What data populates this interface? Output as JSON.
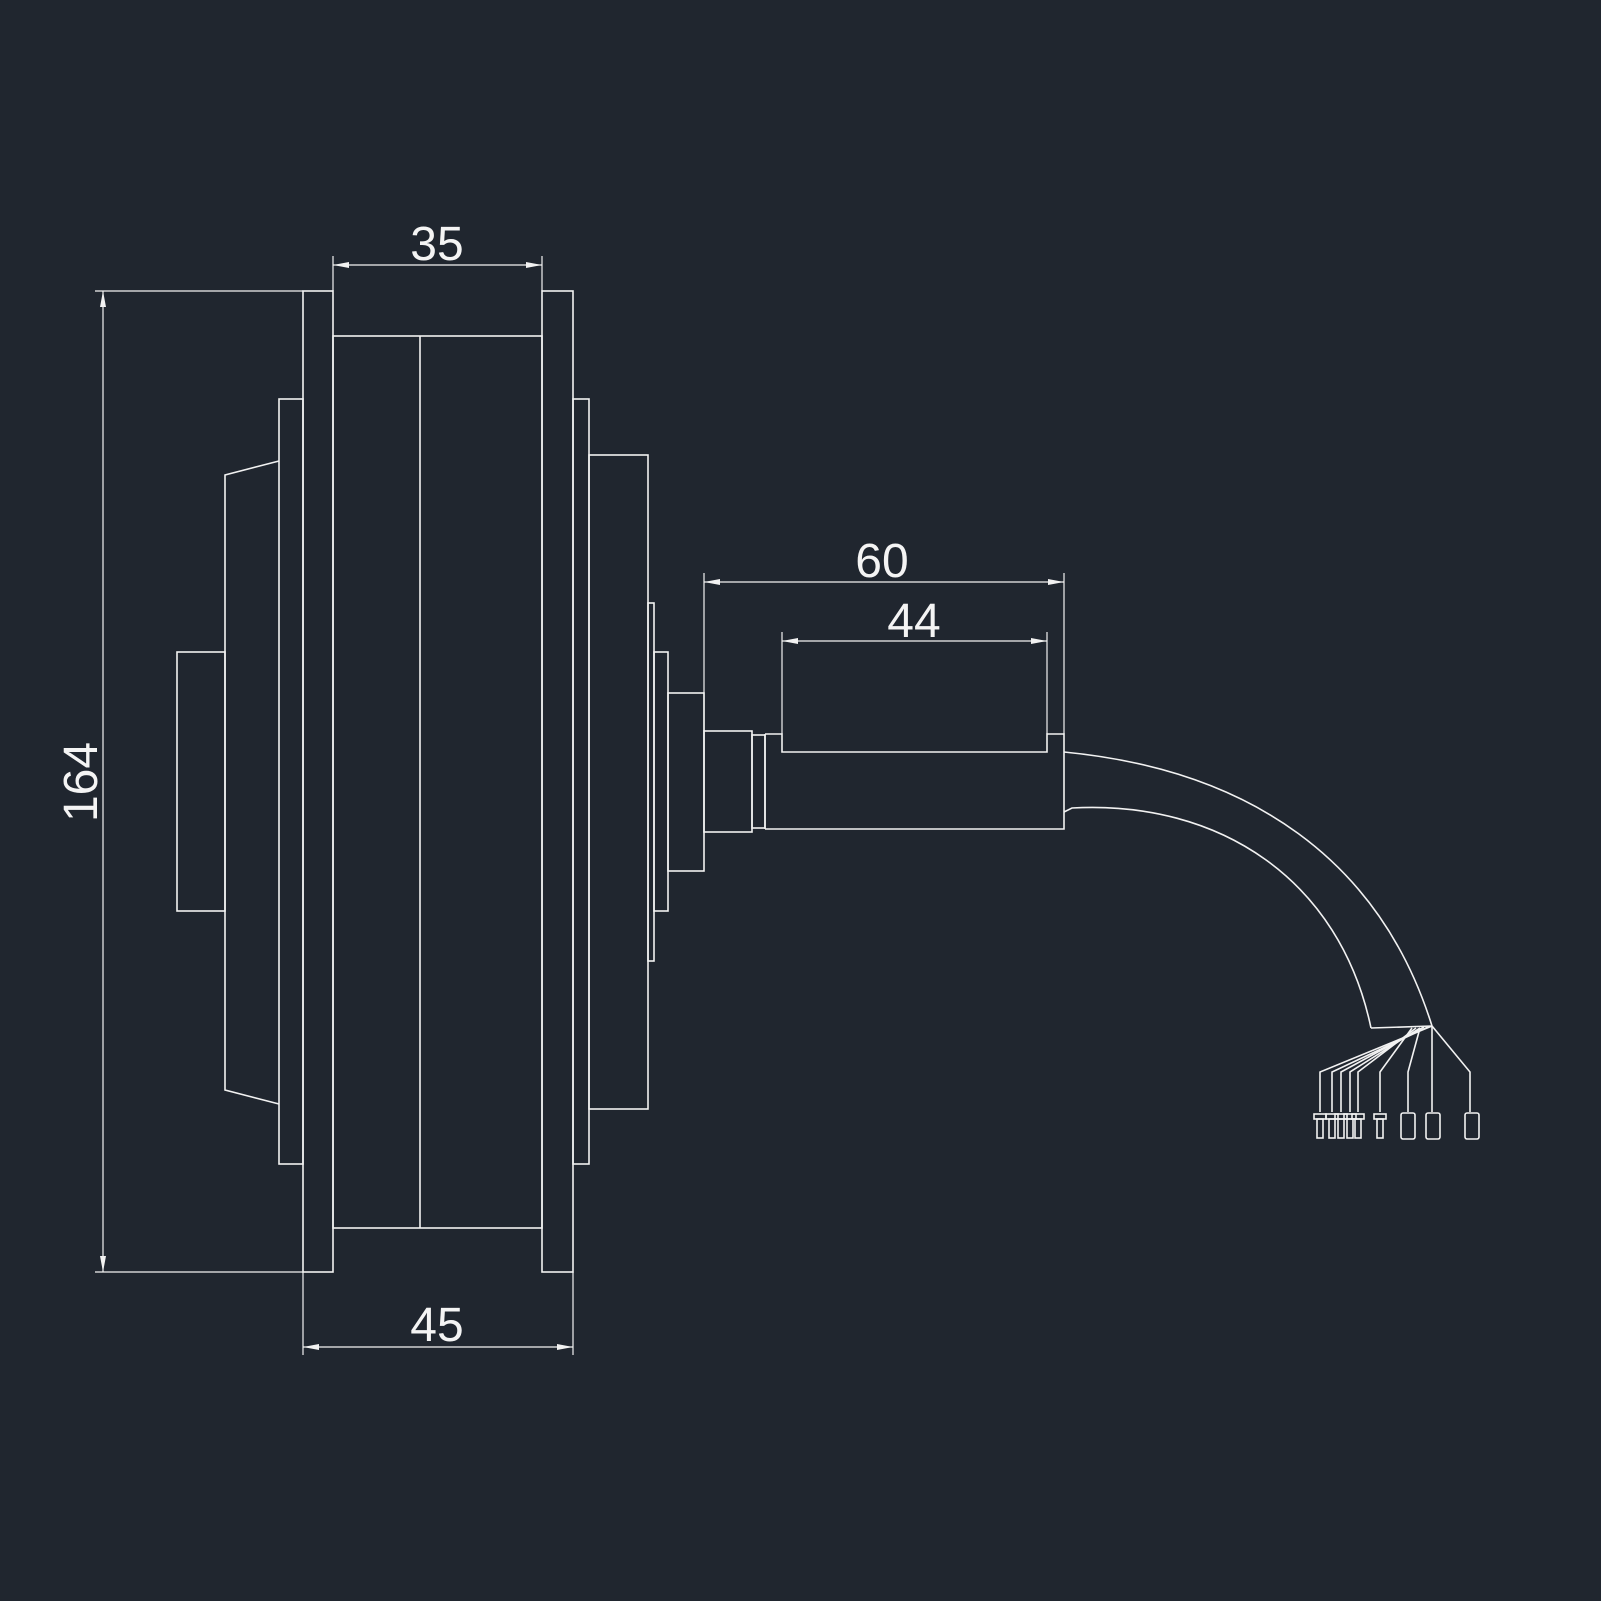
{
  "drawing": {
    "background": "#20262f",
    "line_color": "#f2f2f2"
  },
  "dimensions": {
    "rotor_width": "35",
    "overall_width": "45",
    "diameter": "164",
    "axle_length": "60",
    "axle_flat_length": "44"
  }
}
